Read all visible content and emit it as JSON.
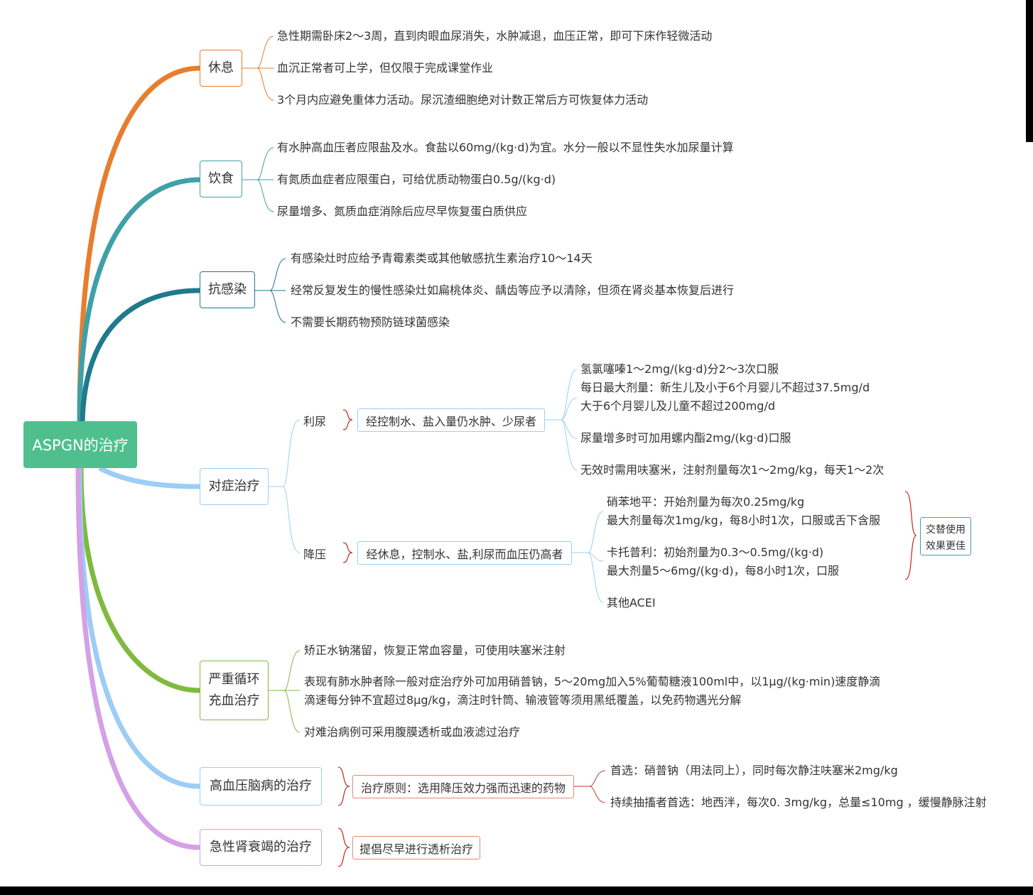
{
  "root": "ASPGN的治疗",
  "colors": {
    "root": "#4fc08d",
    "orange": "#e67e2e",
    "teal": "#3fa0a8",
    "darkteal": "#1f7a8c",
    "lightblue": "#9ccdf5",
    "green": "#7fba3f",
    "purple": "#d4a0e6",
    "red": "#c0392b"
  },
  "topics": {
    "rest": {
      "label": "休息",
      "items": [
        "急性期需卧床2～3周，直到肉眼血尿消失，水肿减退，血压正常，即可下床作轻微活动",
        "血沉正常者可上学，但仅限于完成课堂作业",
        "3个月内应避免重体力活动。尿沉渣细胞绝对计数正常后方可恢复体力活动"
      ]
    },
    "diet": {
      "label": "饮食",
      "items": [
        "有水肿高血压者应限盐及水。食盐以60mg/(kg·d)为宜。水分一般以不显性失水加尿量计算",
        "有氮质血症者应限蛋白，可给优质动物蛋白0.5g/(kg·d)",
        "尿量增多、氮质血症消除后应尽早恢复蛋白质供应"
      ]
    },
    "infection": {
      "label": "抗感染",
      "items": [
        "有感染灶时应给予青霉素类或其他敏感抗生素治疗10～14天",
        "经常反复发生的慢性感染灶如扁桃体炎、龋齿等应予以清除，但须在肾炎基本恢复后进行",
        "不需要长期药物预防链球菌感染"
      ]
    },
    "symptomatic": {
      "label": "对症治疗",
      "diuresis": {
        "label": "利尿",
        "condition": "经控制水、盐入量仍水肿、少尿者",
        "items": [
          "氢氯噻嗪1～2mg/(kg·d)分2～3次口服",
          "每日最大剂量：新生儿及小于6个月婴儿不超过37.5mg/d",
          "大于6个月婴儿及儿童不超过200mg/d",
          "尿量增多时可加用螺内酯2mg/(kg·d)口服",
          "无效时需用呋塞米，注射剂量每次1～2mg/kg，每天1～2次"
        ]
      },
      "bp": {
        "label": "降压",
        "condition": "经休息，控制水、盐,利尿而血压仍高者",
        "items": [
          "硝苯地平：开始剂量为每次0.25mg/kg",
          "最大剂量每次1mg/kg，每8小时1次，口服或舌下含服",
          "卡托普利：初始剂量为0.3～0.5mg/(kg·d)",
          "最大剂量5～6mg/(kg·d)，每8小时1次，口服",
          "其他ACEI"
        ],
        "note_line1": "交替使用",
        "note_line2": "效果更佳"
      }
    },
    "circulation": {
      "label_line1": "严重循环",
      "label_line2": "充血治疗",
      "items": [
        "矫正水钠潴留，恢复正常血容量，可使用呋塞米注射",
        "表现有肺水肿者除一般对症治疗外可加用硝普钠，5～20mg加入5%葡萄糖液100ml中，以1μg/(kg·min)速度静滴",
        "滴速每分钟不宜超过8μg/kg，滴注时针筒、输液管等须用黑纸覆盖，以免药物遇光分解",
        "对难治病例可采用腹膜透析或血液滤过治疗"
      ]
    },
    "encephalopathy": {
      "label": "高血压脑病的治疗",
      "principle": "治疗原则：选用降压效力强而迅速的药物",
      "items": [
        "首选：硝普钠（用法同上），同时每次静注呋塞米2mg/kg",
        "持续抽搐者首选：地西泮，每次0. 3mg/kg，总量≤10mg ，缓慢静脉注射"
      ]
    },
    "renal_failure": {
      "label": "急性肾衰竭的治疗",
      "item": "提倡尽早进行透析治疗"
    }
  }
}
